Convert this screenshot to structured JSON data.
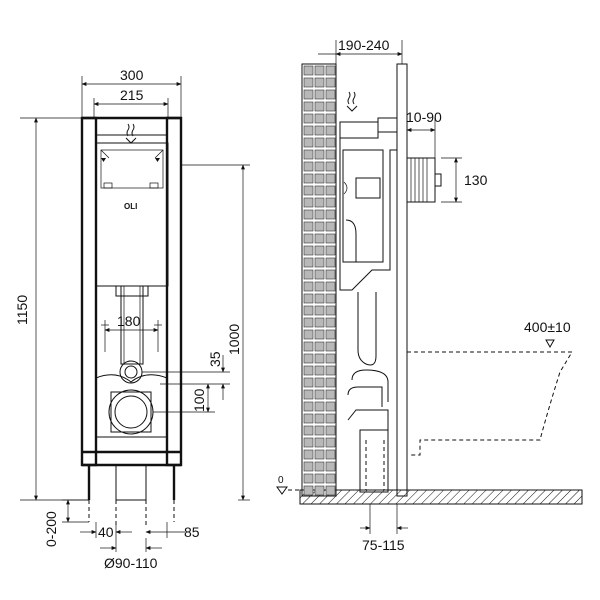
{
  "front_view": {
    "logo": "OLI",
    "dims": {
      "overall_width": "300",
      "frame_width": "215",
      "total_height": "1150",
      "height_to_bolts": "1000",
      "bolt_spacing": "180",
      "outlet_offset": "35",
      "drain_offset": "100",
      "leg_adjust": "0-200",
      "pipe_offset_left": "40",
      "pipe_offset_right": "85",
      "pipe_diameter": "Ø90-110"
    }
  },
  "side_view": {
    "dims": {
      "depth": "190-240",
      "wall_gap": "10-90",
      "flush_pipe": "130",
      "bowl_height": "400±10",
      "floor_level": "0",
      "drain_offset": "75-115"
    }
  }
}
